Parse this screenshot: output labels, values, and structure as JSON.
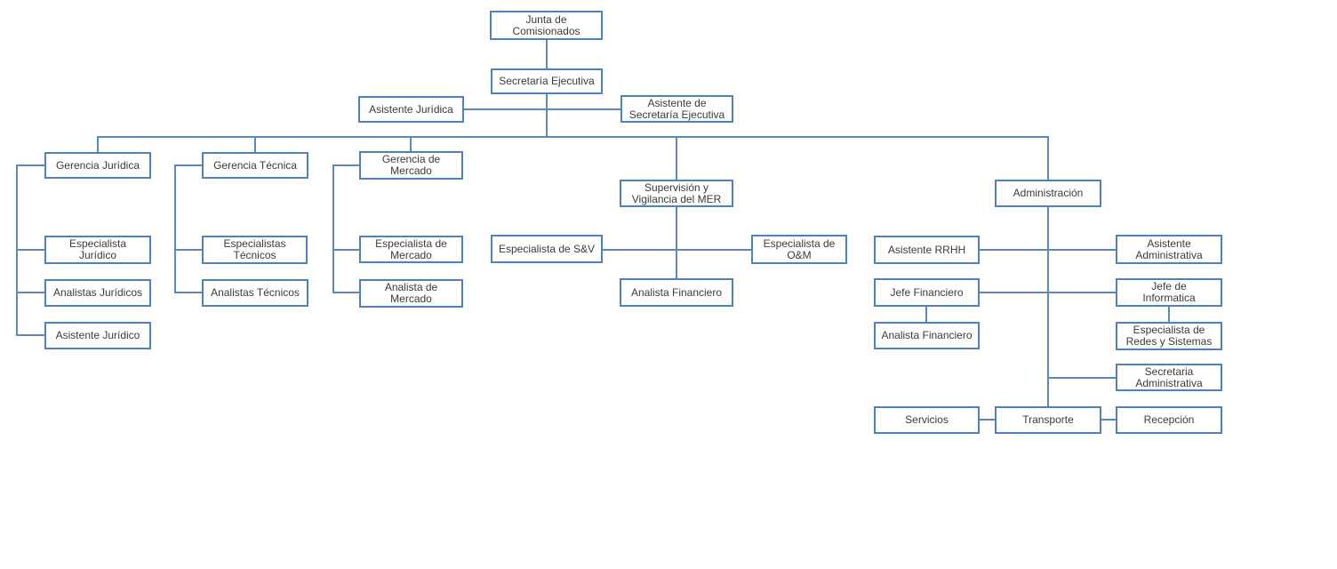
{
  "diagram": {
    "type": "org-chart",
    "background_color": "#ffffff",
    "box_border_color": "#4f81bd",
    "connector_color": "#5d89b8",
    "text_color": "#3b3b3b"
  },
  "nodes": {
    "junta": "Junta de\nComisionados",
    "secretaria_ejecutiva": "Secretaría Ejecutiva",
    "asistente_juridica": "Asistente Jurídica",
    "asistente_secretaria_ejecutiva": "Asistente de\nSecretaría Ejecutiva",
    "gerencia_juridica": "Gerencia Jurídica",
    "especialista_juridico": "Especialista\nJurídico",
    "analistas_juridicos": "Analistas Jurídicos",
    "asistente_juridico": "Asistente Jurídico",
    "gerencia_tecnica": "Gerencia Técnica",
    "especialistas_tecnicos": "Especialistas\nTécnicos",
    "analistas_tecnicos": "Analistas Técnicos",
    "gerencia_mercado": "Gerencia de\nMercado",
    "especialista_mercado": "Especialista de\nMercado",
    "analista_mercado": "Analista de\nMercado",
    "supervision_vigilancia_mer": "Supervisión y\nVigilancia del MER",
    "especialista_sv": "Especialista de S&V",
    "especialista_om": "Especialista de\nO&M",
    "analista_financiero_mer": "Analista Financiero",
    "administracion": "Administración",
    "asistente_rrhh": "Asistente RRHH",
    "asistente_administrativa": "Asistente\nAdministrativa",
    "jefe_financiero": "Jefe Financiero",
    "jefe_informatica": "Jefe de\nInformatica",
    "analista_financiero_admin": "Analista Financiero",
    "especialista_redes_sistemas": "Especialista de\nRedes y Sistemas",
    "secretaria_administrativa": "Secretaria\nAdministrativa",
    "servicios": "Servicios",
    "transporte": "Transporte",
    "recepcion": "Recepción"
  },
  "hierarchy": {
    "label": "Junta de Comisionados",
    "children": [
      {
        "label": "Secretaría Ejecutiva",
        "assistants": [
          "Asistente Jurídica",
          "Asistente de Secretaría Ejecutiva"
        ],
        "children": [
          {
            "label": "Gerencia Jurídica",
            "children": [
              "Especialista Jurídico",
              "Analistas Jurídicos",
              "Asistente Jurídico"
            ]
          },
          {
            "label": "Gerencia Técnica",
            "children": [
              "Especialistas Técnicos",
              "Analistas Técnicos"
            ]
          },
          {
            "label": "Gerencia de Mercado",
            "children": [
              "Especialista de Mercado",
              "Analista de Mercado"
            ]
          },
          {
            "label": "Supervisión y Vigilancia del MER",
            "side_links": [
              "Especialista de S&V",
              "Especialista de O&M"
            ],
            "children": [
              "Analista Financiero"
            ]
          },
          {
            "label": "Administración",
            "side_links": [
              "Asistente RRHH",
              "Asistente Administrativa",
              "Jefe Financiero",
              "Jefe de Informatica",
              "Secretaria Administrativa"
            ],
            "children": [
              {
                "label": "Transporte",
                "side_links": [
                  "Servicios",
                  "Recepción"
                ]
              }
            ],
            "sub_reports": {
              "Jefe Financiero": [
                "Analista Financiero"
              ],
              "Jefe de Informatica": [
                "Especialista de Redes y Sistemas"
              ]
            }
          }
        ]
      }
    ]
  }
}
